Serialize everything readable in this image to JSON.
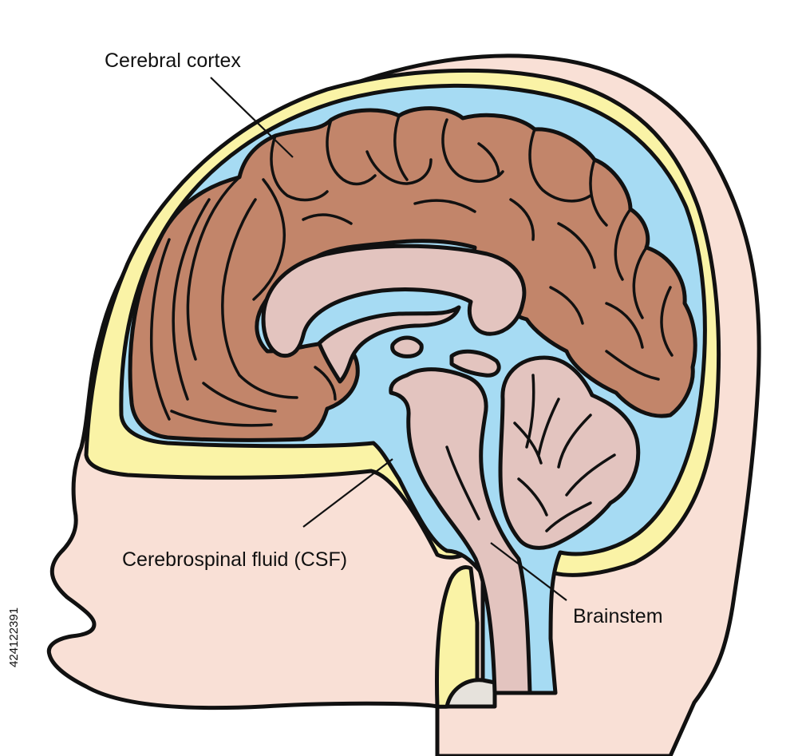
{
  "labels": {
    "cortex": "Cerebral cortex",
    "csf": "Cerebrospinal fluid (CSF)",
    "brainstem": "Brainstem"
  },
  "stock_id": "424122391",
  "colors": {
    "skin": "#f9e0d6",
    "bone": "#faf3a6",
    "csf": "#a6dbf3",
    "cortex": "#c2856a",
    "deep_tissue": "#e3c4bf",
    "outline": "#111111"
  }
}
